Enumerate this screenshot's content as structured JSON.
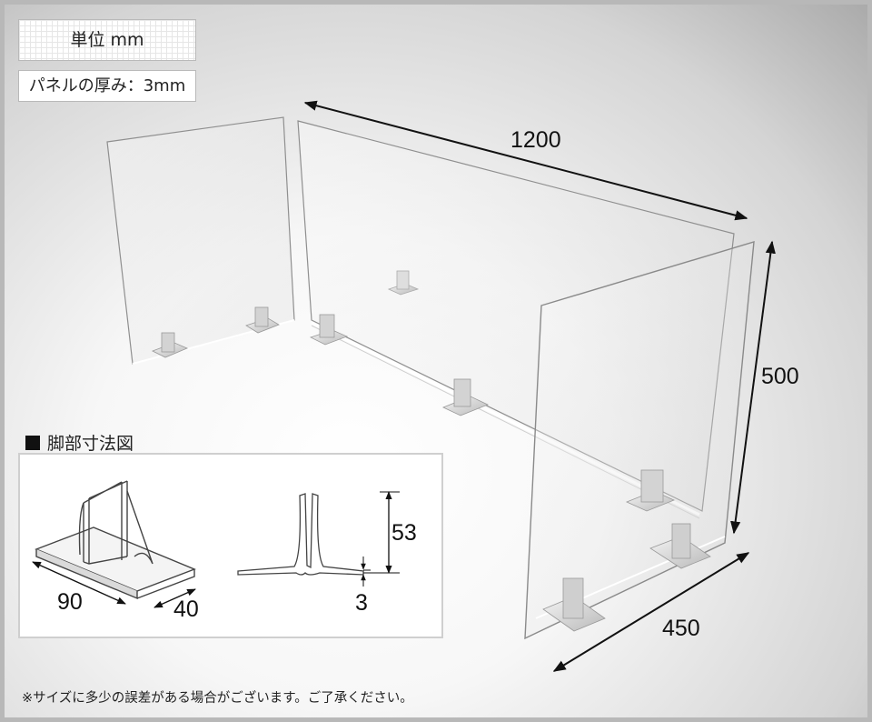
{
  "labels": {
    "unit": "単位 mm",
    "thickness": "パネルの厚み：3mm"
  },
  "dimensions": {
    "width": "1200",
    "height": "500",
    "depth": "450"
  },
  "legend": {
    "title": "脚部寸法図",
    "foot_length": "90",
    "foot_width": "40",
    "foot_height": "53",
    "base_thickness": "3"
  },
  "footnote": "※サイズに多少の誤差がある場合がございます。ご了承ください。",
  "colors": {
    "panel_stroke": "#8e8e8e",
    "foot_fill": "#dedede",
    "dimension_line": "#111111"
  }
}
